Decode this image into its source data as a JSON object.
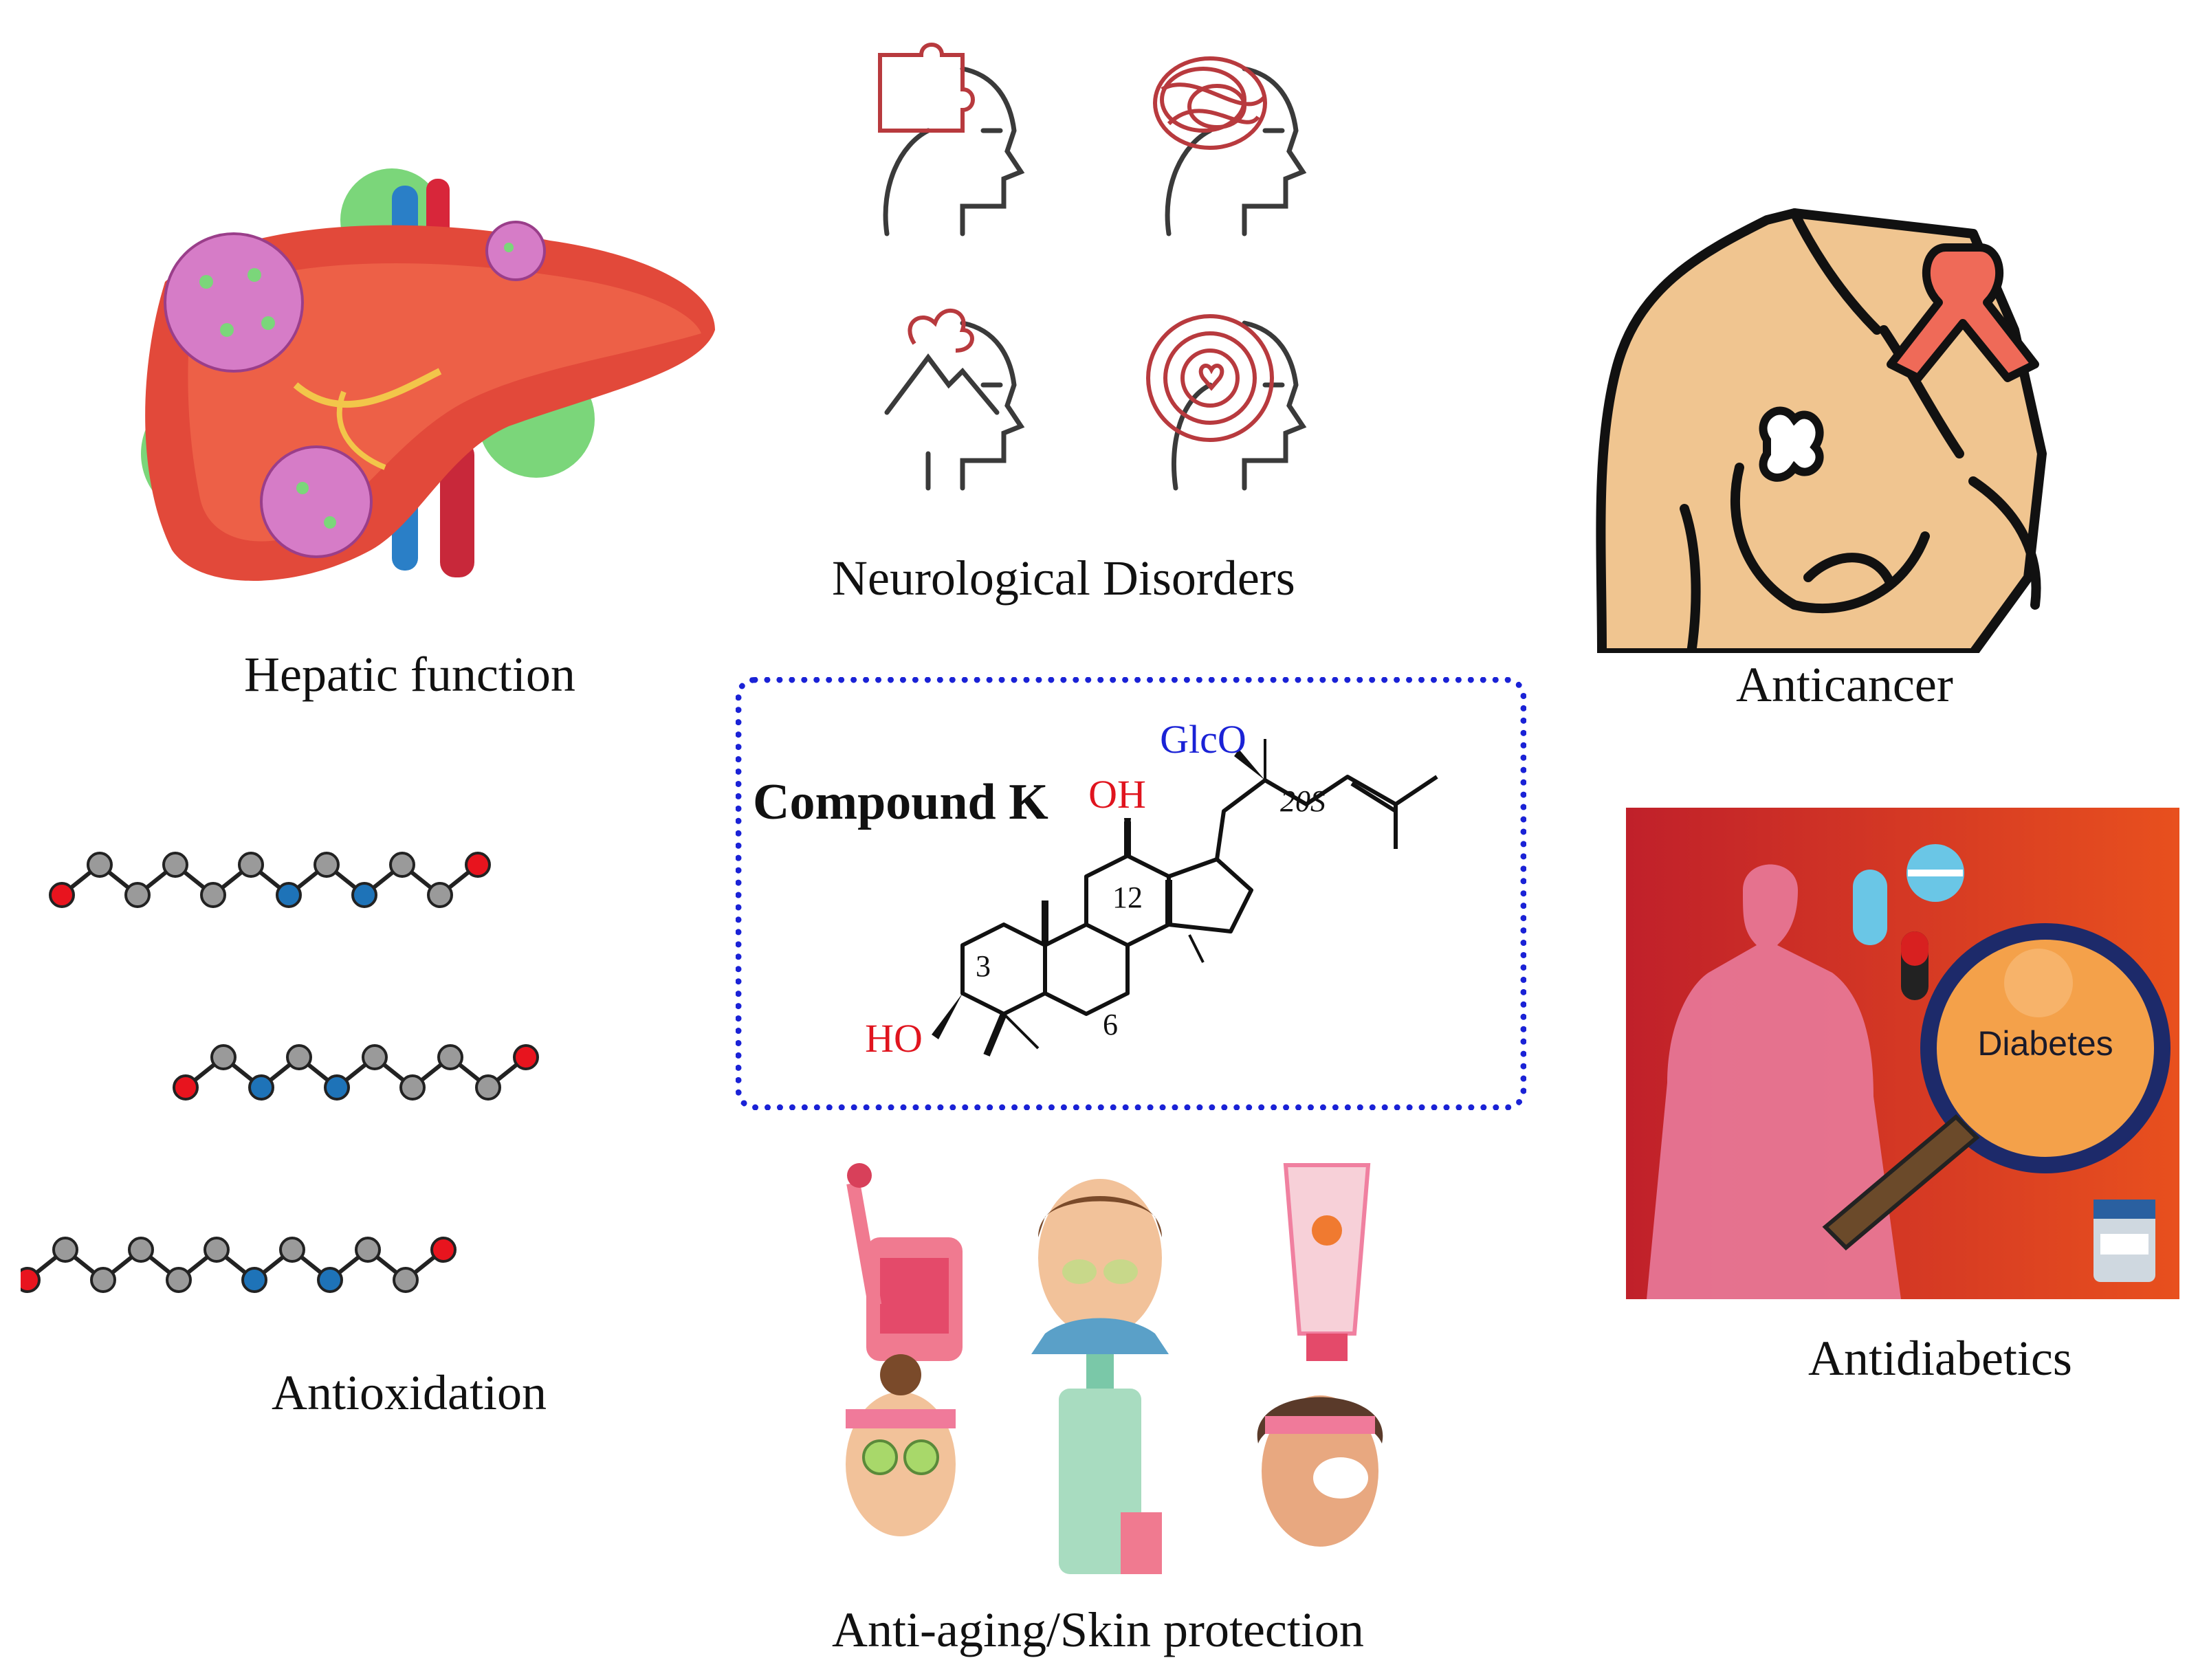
{
  "labels": {
    "hepatic": "Hepatic function",
    "neuro": "Neurological Disorders",
    "anticancer": "Anticancer",
    "antioxidation": "Antioxidation",
    "antidiabetics": "Antidiabetics",
    "antiaging": "Anti-aging/Skin protection"
  },
  "compound": {
    "title": "Compound K",
    "glco": "GlcO",
    "oh_top": "OH",
    "ho_bottom": "HO",
    "c12": "12",
    "c3": "3",
    "c6": "6",
    "c20": "20S"
  },
  "diabetes_lens": "Diabetes",
  "colors": {
    "box_border": "#1a22d6",
    "hydroxyl": "#e0141e",
    "glycoside": "#1a22d6",
    "atom_oxygen": "#e8141e",
    "atom_carbon": "#9a9a9a",
    "atom_nitrogen": "#1e73b8",
    "atom_sulfur": "#e6c229"
  }
}
